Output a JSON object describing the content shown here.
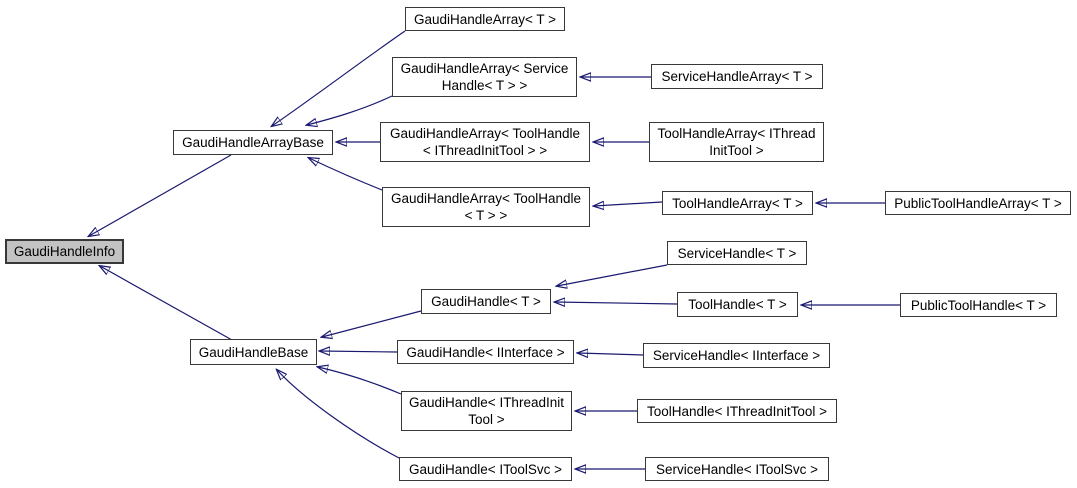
{
  "diagram": {
    "type": "class-inheritance-graph",
    "root": "GaudiHandleInfo",
    "colors": {
      "edge": "#191970",
      "node_border": "#383838",
      "node_fill": "#ffffff",
      "root_fill": "#c3c3c3",
      "text": "#000000",
      "background": "#ffffff"
    },
    "nodes": [
      {
        "id": "gaudi-handle-info",
        "label": "GaudiHandleInfo"
      },
      {
        "id": "gaudi-handle-array-base",
        "label": "GaudiHandleArrayBase"
      },
      {
        "id": "gaudi-handle-base",
        "label": "GaudiHandleBase"
      },
      {
        "id": "gaudi-handle-array-t",
        "label": "GaudiHandleArray< T >"
      },
      {
        "id": "gaudi-handle-array-service-handle-t",
        "label": "GaudiHandleArray< Service\nHandle< T > >"
      },
      {
        "id": "gaudi-handle-array-tool-handle-ithread",
        "label": "GaudiHandleArray< ToolHandle\n< IThreadInitTool > >"
      },
      {
        "id": "gaudi-handle-array-tool-handle-t",
        "label": "GaudiHandleArray< ToolHandle\n< T > >"
      },
      {
        "id": "service-handle-array-t",
        "label": "ServiceHandleArray< T >"
      },
      {
        "id": "tool-handle-array-ithread",
        "label": "ToolHandleArray< IThread\nInitTool >"
      },
      {
        "id": "tool-handle-array-t",
        "label": "ToolHandleArray< T >"
      },
      {
        "id": "public-tool-handle-array-t",
        "label": "PublicToolHandleArray< T >"
      },
      {
        "id": "service-handle-t",
        "label": "ServiceHandle< T >"
      },
      {
        "id": "gaudi-handle-t",
        "label": "GaudiHandle< T >"
      },
      {
        "id": "tool-handle-t",
        "label": "ToolHandle< T >"
      },
      {
        "id": "public-tool-handle-t",
        "label": "PublicToolHandle< T >"
      },
      {
        "id": "gaudi-handle-iinterface",
        "label": "GaudiHandle< IInterface >"
      },
      {
        "id": "service-handle-iinterface",
        "label": "ServiceHandle< IInterface >"
      },
      {
        "id": "gaudi-handle-ithread",
        "label": "GaudiHandle< IThreadInit\nTool >"
      },
      {
        "id": "tool-handle-ithread",
        "label": "ToolHandle< IThreadInitTool >"
      },
      {
        "id": "gaudi-handle-itoolsvc",
        "label": "GaudiHandle< IToolSvc >"
      },
      {
        "id": "service-handle-itoolsvc",
        "label": "ServiceHandle< IToolSvc >"
      }
    ],
    "edges": [
      {
        "from": "gaudi-handle-array-base",
        "to": "gaudi-handle-info"
      },
      {
        "from": "gaudi-handle-base",
        "to": "gaudi-handle-info"
      },
      {
        "from": "gaudi-handle-array-t",
        "to": "gaudi-handle-array-base"
      },
      {
        "from": "gaudi-handle-array-service-handle-t",
        "to": "gaudi-handle-array-base"
      },
      {
        "from": "gaudi-handle-array-tool-handle-ithread",
        "to": "gaudi-handle-array-base"
      },
      {
        "from": "gaudi-handle-array-tool-handle-t",
        "to": "gaudi-handle-array-base"
      },
      {
        "from": "service-handle-array-t",
        "to": "gaudi-handle-array-service-handle-t"
      },
      {
        "from": "tool-handle-array-ithread",
        "to": "gaudi-handle-array-tool-handle-ithread"
      },
      {
        "from": "tool-handle-array-t",
        "to": "gaudi-handle-array-tool-handle-t"
      },
      {
        "from": "public-tool-handle-array-t",
        "to": "tool-handle-array-t"
      },
      {
        "from": "service-handle-t",
        "to": "gaudi-handle-t"
      },
      {
        "from": "tool-handle-t",
        "to": "gaudi-handle-t"
      },
      {
        "from": "public-tool-handle-t",
        "to": "tool-handle-t"
      },
      {
        "from": "gaudi-handle-t",
        "to": "gaudi-handle-base"
      },
      {
        "from": "gaudi-handle-iinterface",
        "to": "gaudi-handle-base"
      },
      {
        "from": "service-handle-iinterface",
        "to": "gaudi-handle-iinterface"
      },
      {
        "from": "gaudi-handle-ithread",
        "to": "gaudi-handle-base"
      },
      {
        "from": "tool-handle-ithread",
        "to": "gaudi-handle-ithread"
      },
      {
        "from": "gaudi-handle-itoolsvc",
        "to": "gaudi-handle-base"
      },
      {
        "from": "service-handle-itoolsvc",
        "to": "gaudi-handle-itoolsvc"
      }
    ]
  }
}
